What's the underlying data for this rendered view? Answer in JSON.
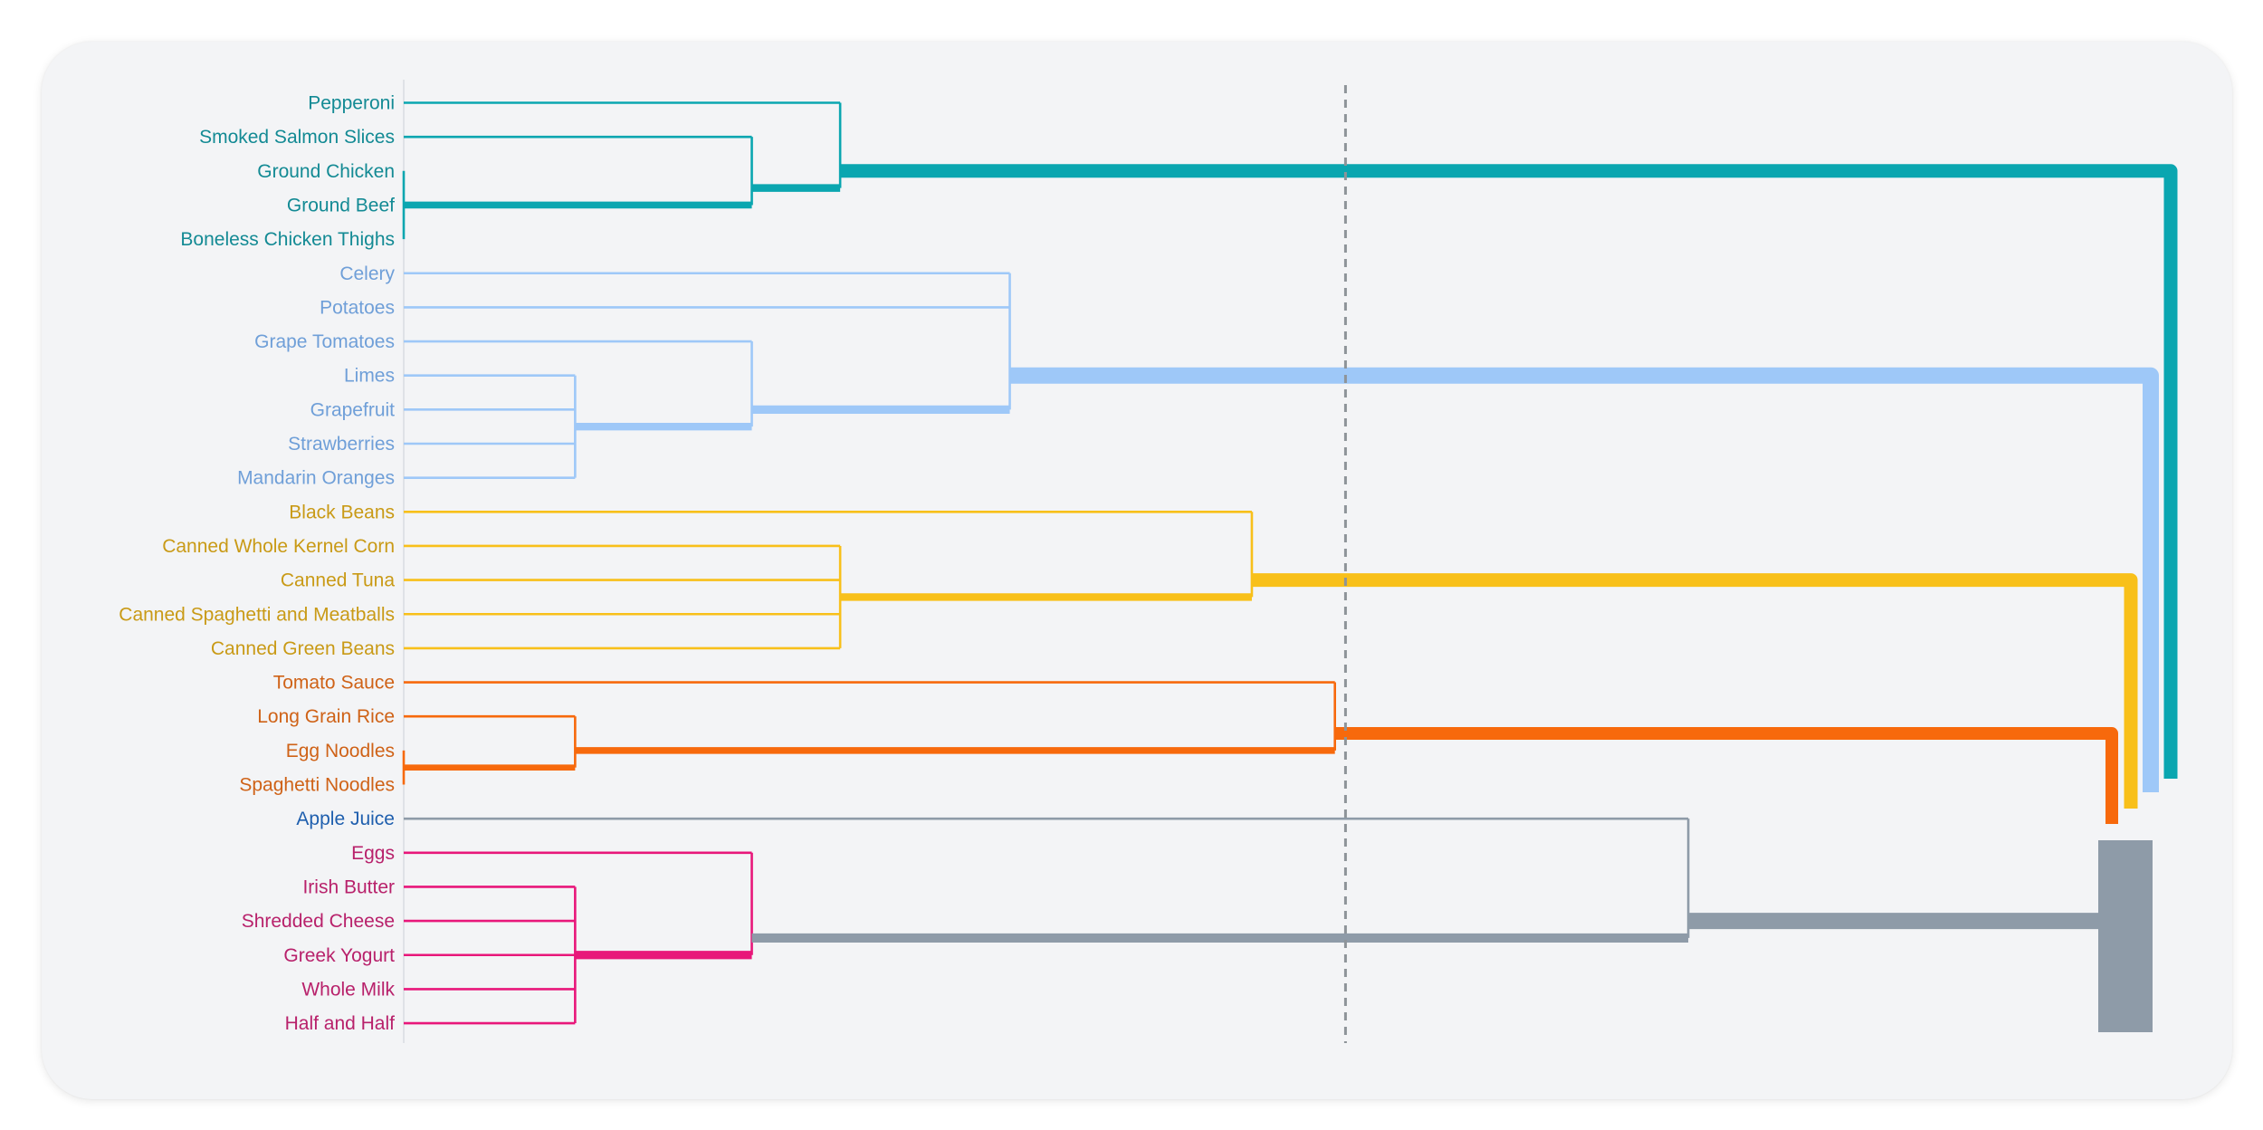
{
  "chart_data": {
    "type": "dendrogram",
    "orientation": "horizontal",
    "cut_line": "dashed",
    "leaves": [
      {
        "label": "Pepperoni",
        "cluster": "meat"
      },
      {
        "label": "Smoked Salmon Slices",
        "cluster": "meat"
      },
      {
        "label": "Ground Chicken",
        "cluster": "meat"
      },
      {
        "label": "Ground Beef",
        "cluster": "meat"
      },
      {
        "label": "Boneless Chicken Thighs",
        "cluster": "meat"
      },
      {
        "label": "Celery",
        "cluster": "produce"
      },
      {
        "label": "Potatoes",
        "cluster": "produce"
      },
      {
        "label": "Grape Tomatoes",
        "cluster": "produce"
      },
      {
        "label": "Limes",
        "cluster": "produce"
      },
      {
        "label": "Grapefruit",
        "cluster": "produce"
      },
      {
        "label": "Strawberries",
        "cluster": "produce"
      },
      {
        "label": "Mandarin Oranges",
        "cluster": "produce"
      },
      {
        "label": "Black Beans",
        "cluster": "canned"
      },
      {
        "label": "Canned Whole Kernel Corn",
        "cluster": "canned"
      },
      {
        "label": "Canned Tuna",
        "cluster": "canned"
      },
      {
        "label": "Canned Spaghetti and Meatballs",
        "cluster": "canned"
      },
      {
        "label": "Canned Green Beans",
        "cluster": "canned"
      },
      {
        "label": "Tomato Sauce",
        "cluster": "pantry"
      },
      {
        "label": "Long Grain Rice",
        "cluster": "pantry"
      },
      {
        "label": "Egg Noodles",
        "cluster": "pantry"
      },
      {
        "label": "Spaghetti Noodles",
        "cluster": "pantry"
      },
      {
        "label": "Apple Juice",
        "cluster": "juice"
      },
      {
        "label": "Eggs",
        "cluster": "dairy"
      },
      {
        "label": "Irish Butter",
        "cluster": "dairy"
      },
      {
        "label": "Shredded Cheese",
        "cluster": "dairy"
      },
      {
        "label": "Greek Yogurt",
        "cluster": "dairy"
      },
      {
        "label": "Whole Milk",
        "cluster": "dairy"
      },
      {
        "label": "Half and Half",
        "cluster": "dairy"
      }
    ],
    "clusters": {
      "meat": {
        "line": "#0aa6b0",
        "text": "#138a94"
      },
      "produce": {
        "line": "#9ec8f8",
        "text": "#6f9fd8"
      },
      "canned": {
        "line": "#f8c01a",
        "text": "#c99a16"
      },
      "pantry": {
        "line": "#f7690c",
        "text": "#cf6217"
      },
      "juice": {
        "line": "#2277d6",
        "text": "#1f5fae"
      },
      "dairy": {
        "line": "#e8177a",
        "text": "#b8216b"
      },
      "root": {
        "line": "#8e9ba8",
        "text": "#8e9ba8"
      }
    },
    "merges": [
      {
        "cluster": "meat",
        "height": 0.0,
        "members": [
          "Ground Chicken",
          "Ground Beef",
          "Boneless Chicken Thighs"
        ]
      },
      {
        "cluster": "meat",
        "height": 0.197,
        "members": [
          "Smoked Salmon Slices",
          "Ground Chicken+"
        ]
      },
      {
        "cluster": "meat",
        "height": 0.247,
        "members": [
          "Pepperoni",
          "Smoked Salmon Slices+"
        ]
      },
      {
        "cluster": "produce",
        "height": 0.097,
        "members": [
          "Limes",
          "Grapefruit",
          "Strawberries",
          "Mandarin Oranges"
        ]
      },
      {
        "cluster": "produce",
        "height": 0.197,
        "members": [
          "Grape Tomatoes",
          "Limes+"
        ]
      },
      {
        "cluster": "produce",
        "height": 0.343,
        "members": [
          "Celery",
          "Potatoes",
          "Grape Tomatoes+"
        ]
      },
      {
        "cluster": "canned",
        "height": 0.247,
        "members": [
          "Canned Whole Kernel Corn",
          "Canned Tuna",
          "Canned Spaghetti and Meatballs",
          "Canned Green Beans"
        ]
      },
      {
        "cluster": "canned",
        "height": 0.48,
        "members": [
          "Black Beans",
          "Canned Whole Kernel Corn+"
        ]
      },
      {
        "cluster": "pantry",
        "height": 0.0,
        "members": [
          "Egg Noodles",
          "Spaghetti Noodles"
        ]
      },
      {
        "cluster": "pantry",
        "height": 0.097,
        "members": [
          "Long Grain Rice",
          "Egg Noodles+"
        ]
      },
      {
        "cluster": "pantry",
        "height": 0.527,
        "members": [
          "Tomato Sauce",
          "Long Grain Rice+"
        ]
      },
      {
        "cluster": "dairy",
        "height": 0.097,
        "members": [
          "Irish Butter",
          "Shredded Cheese",
          "Greek Yogurt",
          "Whole Milk",
          "Half and Half"
        ]
      },
      {
        "cluster": "dairy",
        "height": 0.197,
        "members": [
          "Eggs",
          "Irish Butter+"
        ]
      },
      {
        "cluster": "root",
        "height": 0.727,
        "members": [
          "Apple Juice",
          "Eggs+"
        ]
      }
    ],
    "cut_height": 0.533
  }
}
